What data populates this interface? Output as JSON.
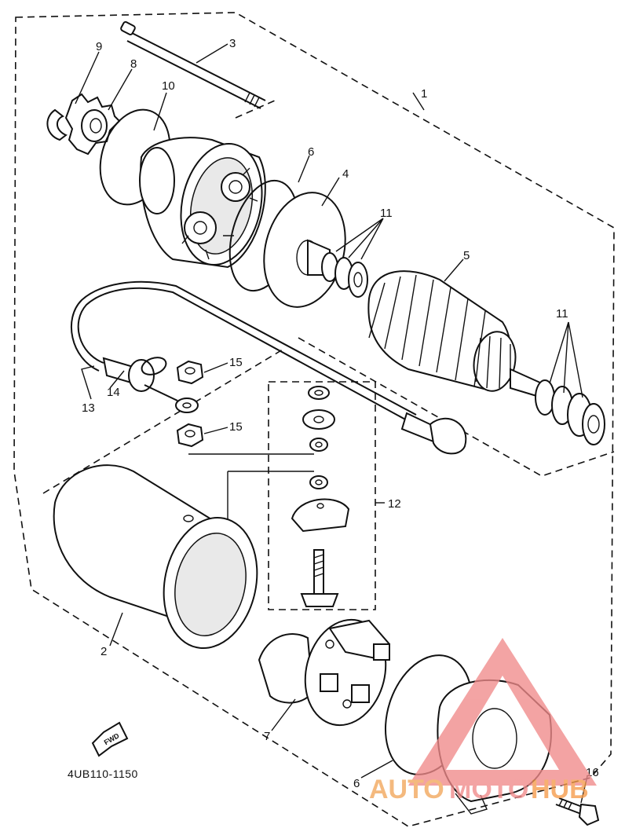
{
  "diagram_code": "4UB110-1150",
  "fwd_label": "FWD",
  "watermark": {
    "text_a": "AUTO",
    "text_b": "MOTO",
    "text_c": "HUB",
    "color_a": "#f2a65a",
    "color_b": "#f08a8a",
    "color_c": "#f59a4a"
  },
  "callouts": {
    "c1": "1",
    "c2": "2",
    "c3": "3",
    "c4": "4",
    "c5": "5",
    "c6a": "6",
    "c6b": "6",
    "c7": "7",
    "c8": "8",
    "c9": "9",
    "c10": "10",
    "c11a": "11",
    "c11b": "11",
    "c12": "12",
    "c13": "13",
    "c14": "14",
    "c15a": "15",
    "c15b": "15",
    "c16": "16"
  },
  "colors": {
    "line": "#111111",
    "background": "#ffffff"
  }
}
